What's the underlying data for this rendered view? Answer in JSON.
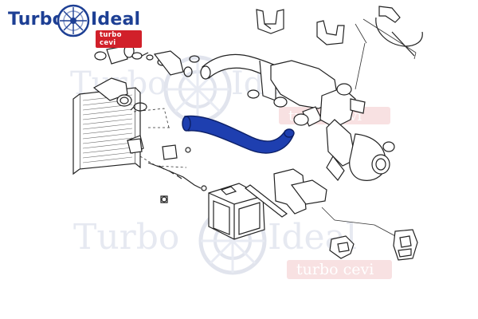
{
  "logo": {
    "word_left": "Turbo",
    "word_right": "Ideal",
    "subtitle": "turbo cevi"
  },
  "watermarks": [
    {
      "word_left": "Turbo",
      "word_right": "Ideal",
      "subtitle": "turbo cevi"
    },
    {
      "word_left": "Turbo",
      "word_right": "Ideal",
      "subtitle": "turbo cevi"
    }
  ],
  "diagram": {
    "highlighted_part": "intercooler hose",
    "highlight_color": "#1e3fb0",
    "line_color": "#222222",
    "brand_blue": "#1d3f94",
    "brand_red": "#d1202a"
  }
}
